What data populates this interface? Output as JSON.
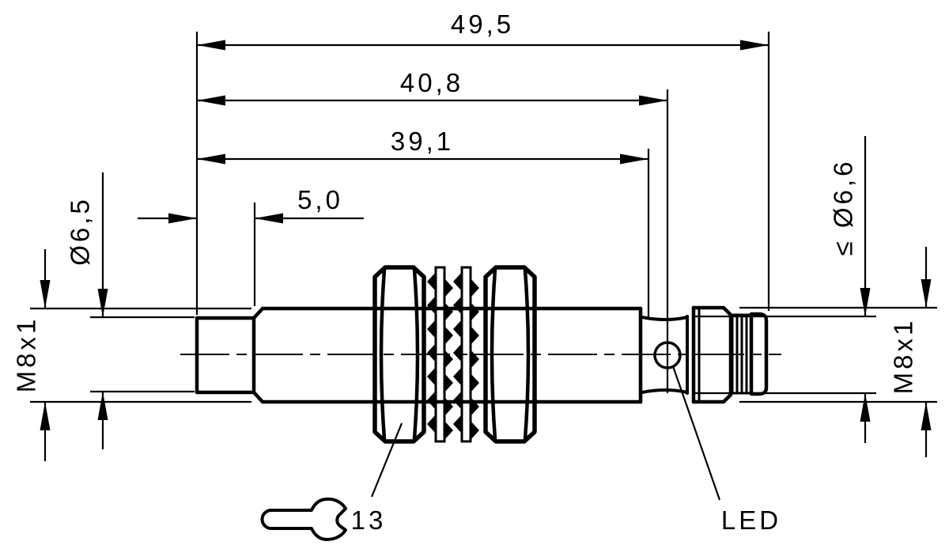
{
  "drawing": {
    "kind": "sensor-dimensional-drawing",
    "background_color": "#ffffff",
    "line_color": "#000000",
    "labels": {
      "dim_overall": "49,5",
      "dim_to_led": "40,8",
      "dim_to_barrel_end": "39,1",
      "dim_tip_length": "5,0",
      "dia_tip": "Ø6,5",
      "thread_left": "M8x1",
      "dia_connector_max": "≤ Ø6,6",
      "thread_right": "M8x1",
      "wrench_size": "13",
      "led": "LED"
    },
    "values_mm": {
      "overall_length": 49.5,
      "length_to_led": 40.8,
      "length_to_barrel_end": 39.1,
      "tip_length": 5.0,
      "tip_diameter": 6.5,
      "connector_max_diameter": 6.6,
      "thread": "M8x1",
      "wrench_size": 13
    }
  }
}
